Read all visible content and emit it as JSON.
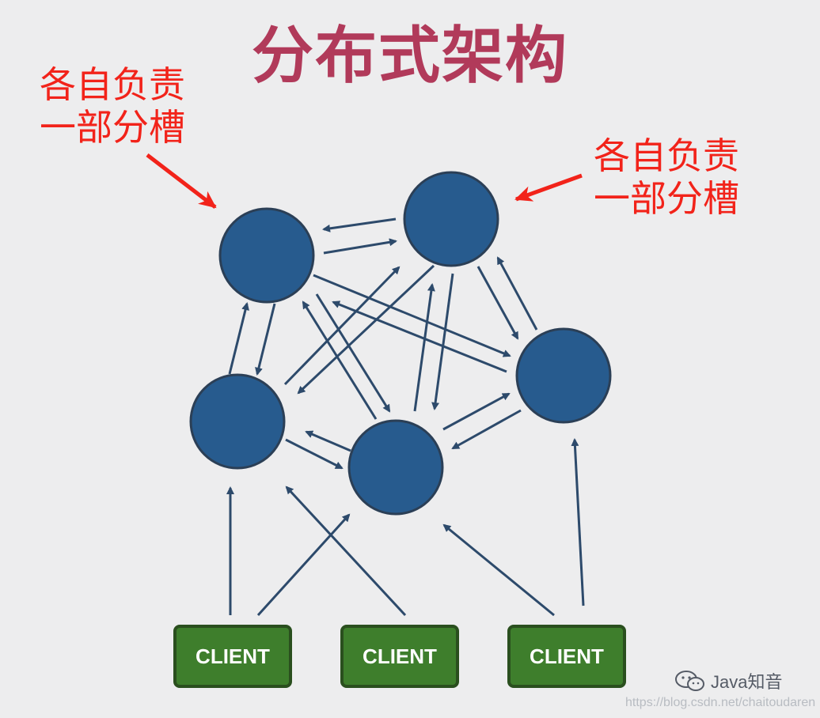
{
  "title": "分布式架构",
  "annotations": {
    "left": [
      "各自负责",
      "一部分槽"
    ],
    "right": [
      "各自负责",
      "一部分槽"
    ]
  },
  "clients": [
    "CLIENT",
    "CLIENT",
    "CLIENT"
  ],
  "watermark": {
    "brand": "Java知音",
    "url": "https://blog.csdn.net/chaitoudaren"
  },
  "colors": {
    "title": "#b13a5a",
    "annotation": "#f2231a",
    "node": "#275b8e",
    "arrow": "#2d4a6b",
    "client": "#3e7e2c"
  }
}
